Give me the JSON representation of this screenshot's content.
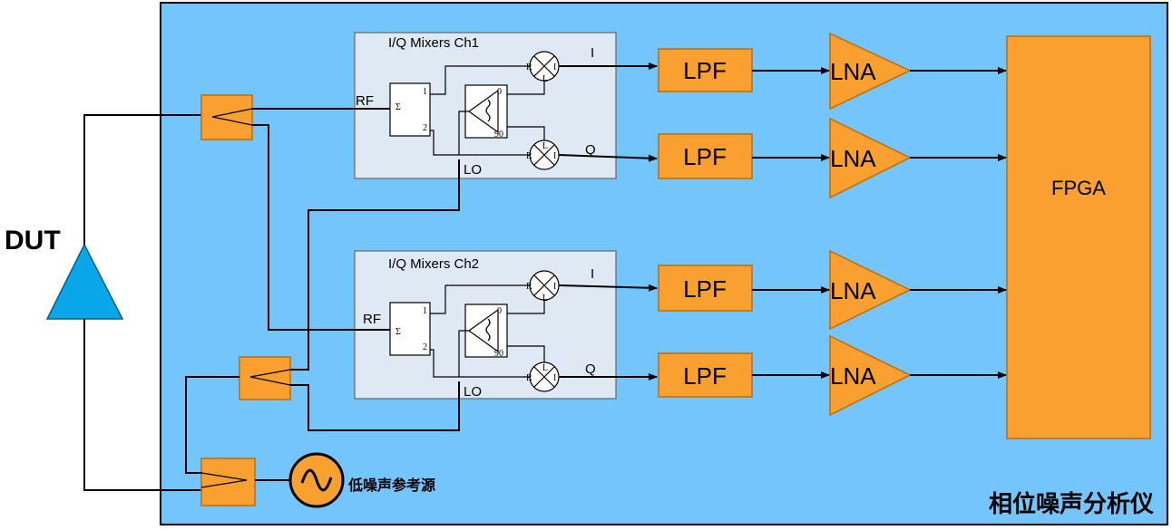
{
  "dut": {
    "label": "DUT"
  },
  "analyzer": {
    "label": "相位噪声分析仪"
  },
  "oscillator": {
    "label": "低噪声参考源"
  },
  "mixer_ch1": {
    "title": "I/Q Mixers Ch1",
    "rf": "RF",
    "lo": "LO",
    "i": "I",
    "q": "Q"
  },
  "mixer_ch2": {
    "title": "I/Q Mixers Ch2",
    "rf": "RF",
    "lo": "LO",
    "i": "I",
    "q": "Q"
  },
  "mixer_internal": {
    "port1": "1",
    "port2": "2",
    "sigma": "Σ",
    "deg0": "0",
    "deg90": "90",
    "r": "R",
    "l": "L",
    "i": "I"
  },
  "lpf": {
    "label": "LPF"
  },
  "lna": {
    "label": "LNA"
  },
  "fpga": {
    "label": "FPGA"
  },
  "colors": {
    "panel": "#73c5fb",
    "block": "#f9a030",
    "dut": "#0aa6ea",
    "mixer_box": "#dfe9f3"
  }
}
